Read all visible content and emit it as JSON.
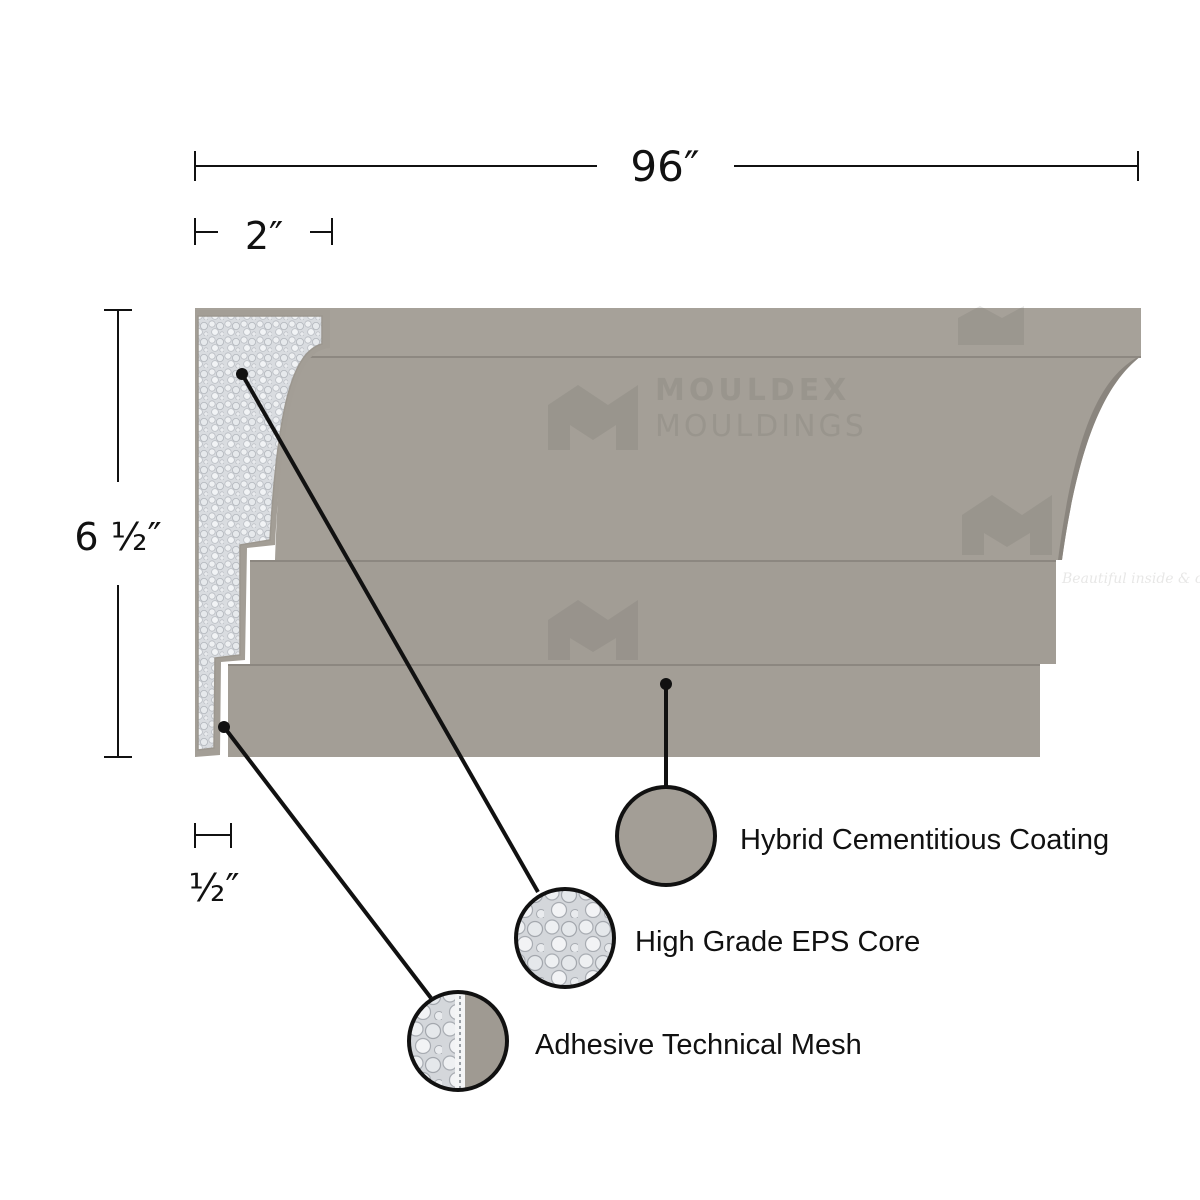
{
  "dimensions": {
    "length": "96″",
    "projection": "2″",
    "height": "6 ½″",
    "coating_thickness": "½″"
  },
  "callouts": {
    "coating": "Hybrid Cementitious Coating",
    "core": "High Grade EPS Core",
    "mesh": "Adhesive Technical Mesh"
  },
  "watermark": {
    "line1": "MOULDEX",
    "line2": "MOULDINGS",
    "tagline": "Beautiful inside & out"
  },
  "colors": {
    "coating": "#a49f97",
    "coating_dark": "#918b83",
    "coating_shadow": "#7f7a73",
    "eps_core": "#d5d8dc",
    "ink": "#111111"
  }
}
